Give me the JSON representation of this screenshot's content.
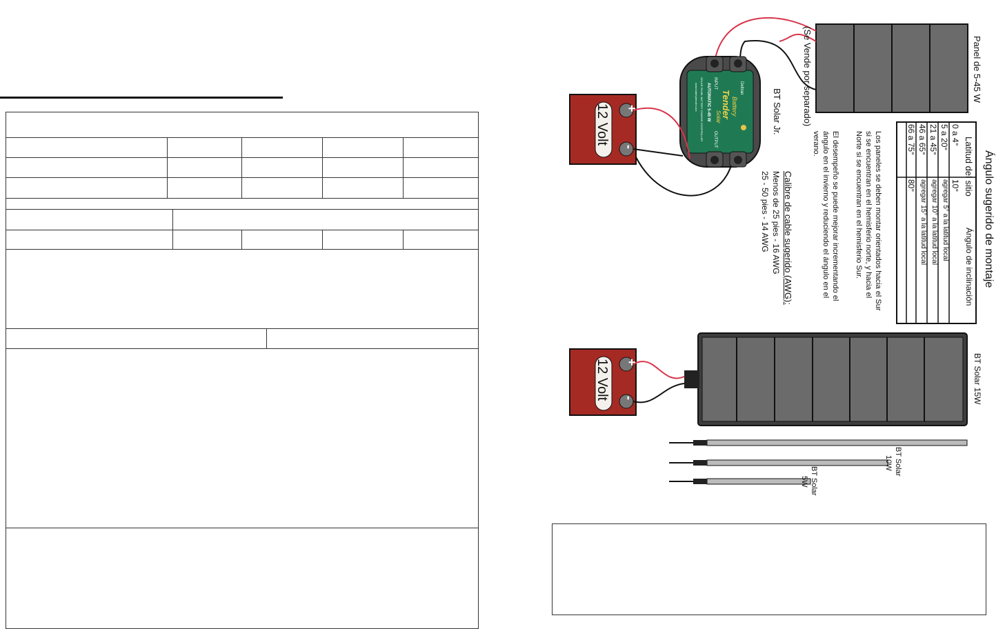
{
  "figure": {
    "angle_title": "Ángulo sugerido de montaje",
    "angle_table": {
      "headers": [
        "Latitud del sitio",
        "Ángulo de inclinación"
      ],
      "rows": [
        [
          "0  a  4°",
          "10°"
        ],
        [
          "5  a  20°",
          "agregar 5° a la latitud local"
        ],
        [
          "21  a  45°",
          "agregar 10° a la latitud local"
        ],
        [
          "46  a  65°",
          "agregar 15° a la latitud local"
        ],
        [
          "66  a  75°",
          "80°"
        ]
      ]
    },
    "note_1": "Los paneles se deben montar orientados hacia el Sur si se encuentran en el hemisferio norte, y hacia el Norte si se encuentran en el hemisferio Sur.",
    "note_2": "El desempeño se puede mejorar incrementando el ángulo en el invierno y reduciendo el ángulo en el verano.",
    "cable_title": "Calibre de cable sugerido (AWG):",
    "cable_line_1": "Menos de 25 pies - 16 AWG",
    "cable_line_2": "25 - 50 pies -   14 AWG",
    "panel_label": "Panel de 5-45 W",
    "sold_separately": "(Se Vende por separado)",
    "controller_label": "BT Solar Jr.",
    "controller": {
      "input": "INPUT",
      "output": "OUTPUT",
      "brand": "Deltran",
      "logo_line_1": "Battery",
      "logo_line_2": "Tender",
      "logo_line_3": "Solar",
      "model": "AUTOMATIC 5-45 W",
      "desc": "SOLAR PANEL BATTERY CHARGE CONTROLLER",
      "url": "www.batterytender.com"
    },
    "battery_label": "12 Volt",
    "plus": "+",
    "minus": "-",
    "panel15_label": "BT Solar 15W",
    "stick10_label_1": "BT Solar",
    "stick10_label_2": "10W",
    "stick5_label_1": "BT Solar",
    "stick5_label_2": "5W"
  },
  "colors": {
    "battery": "#a52a23",
    "panel": "#6b6b6b",
    "wire_red": "#d8344a",
    "controller_green": "#1f7a54"
  }
}
